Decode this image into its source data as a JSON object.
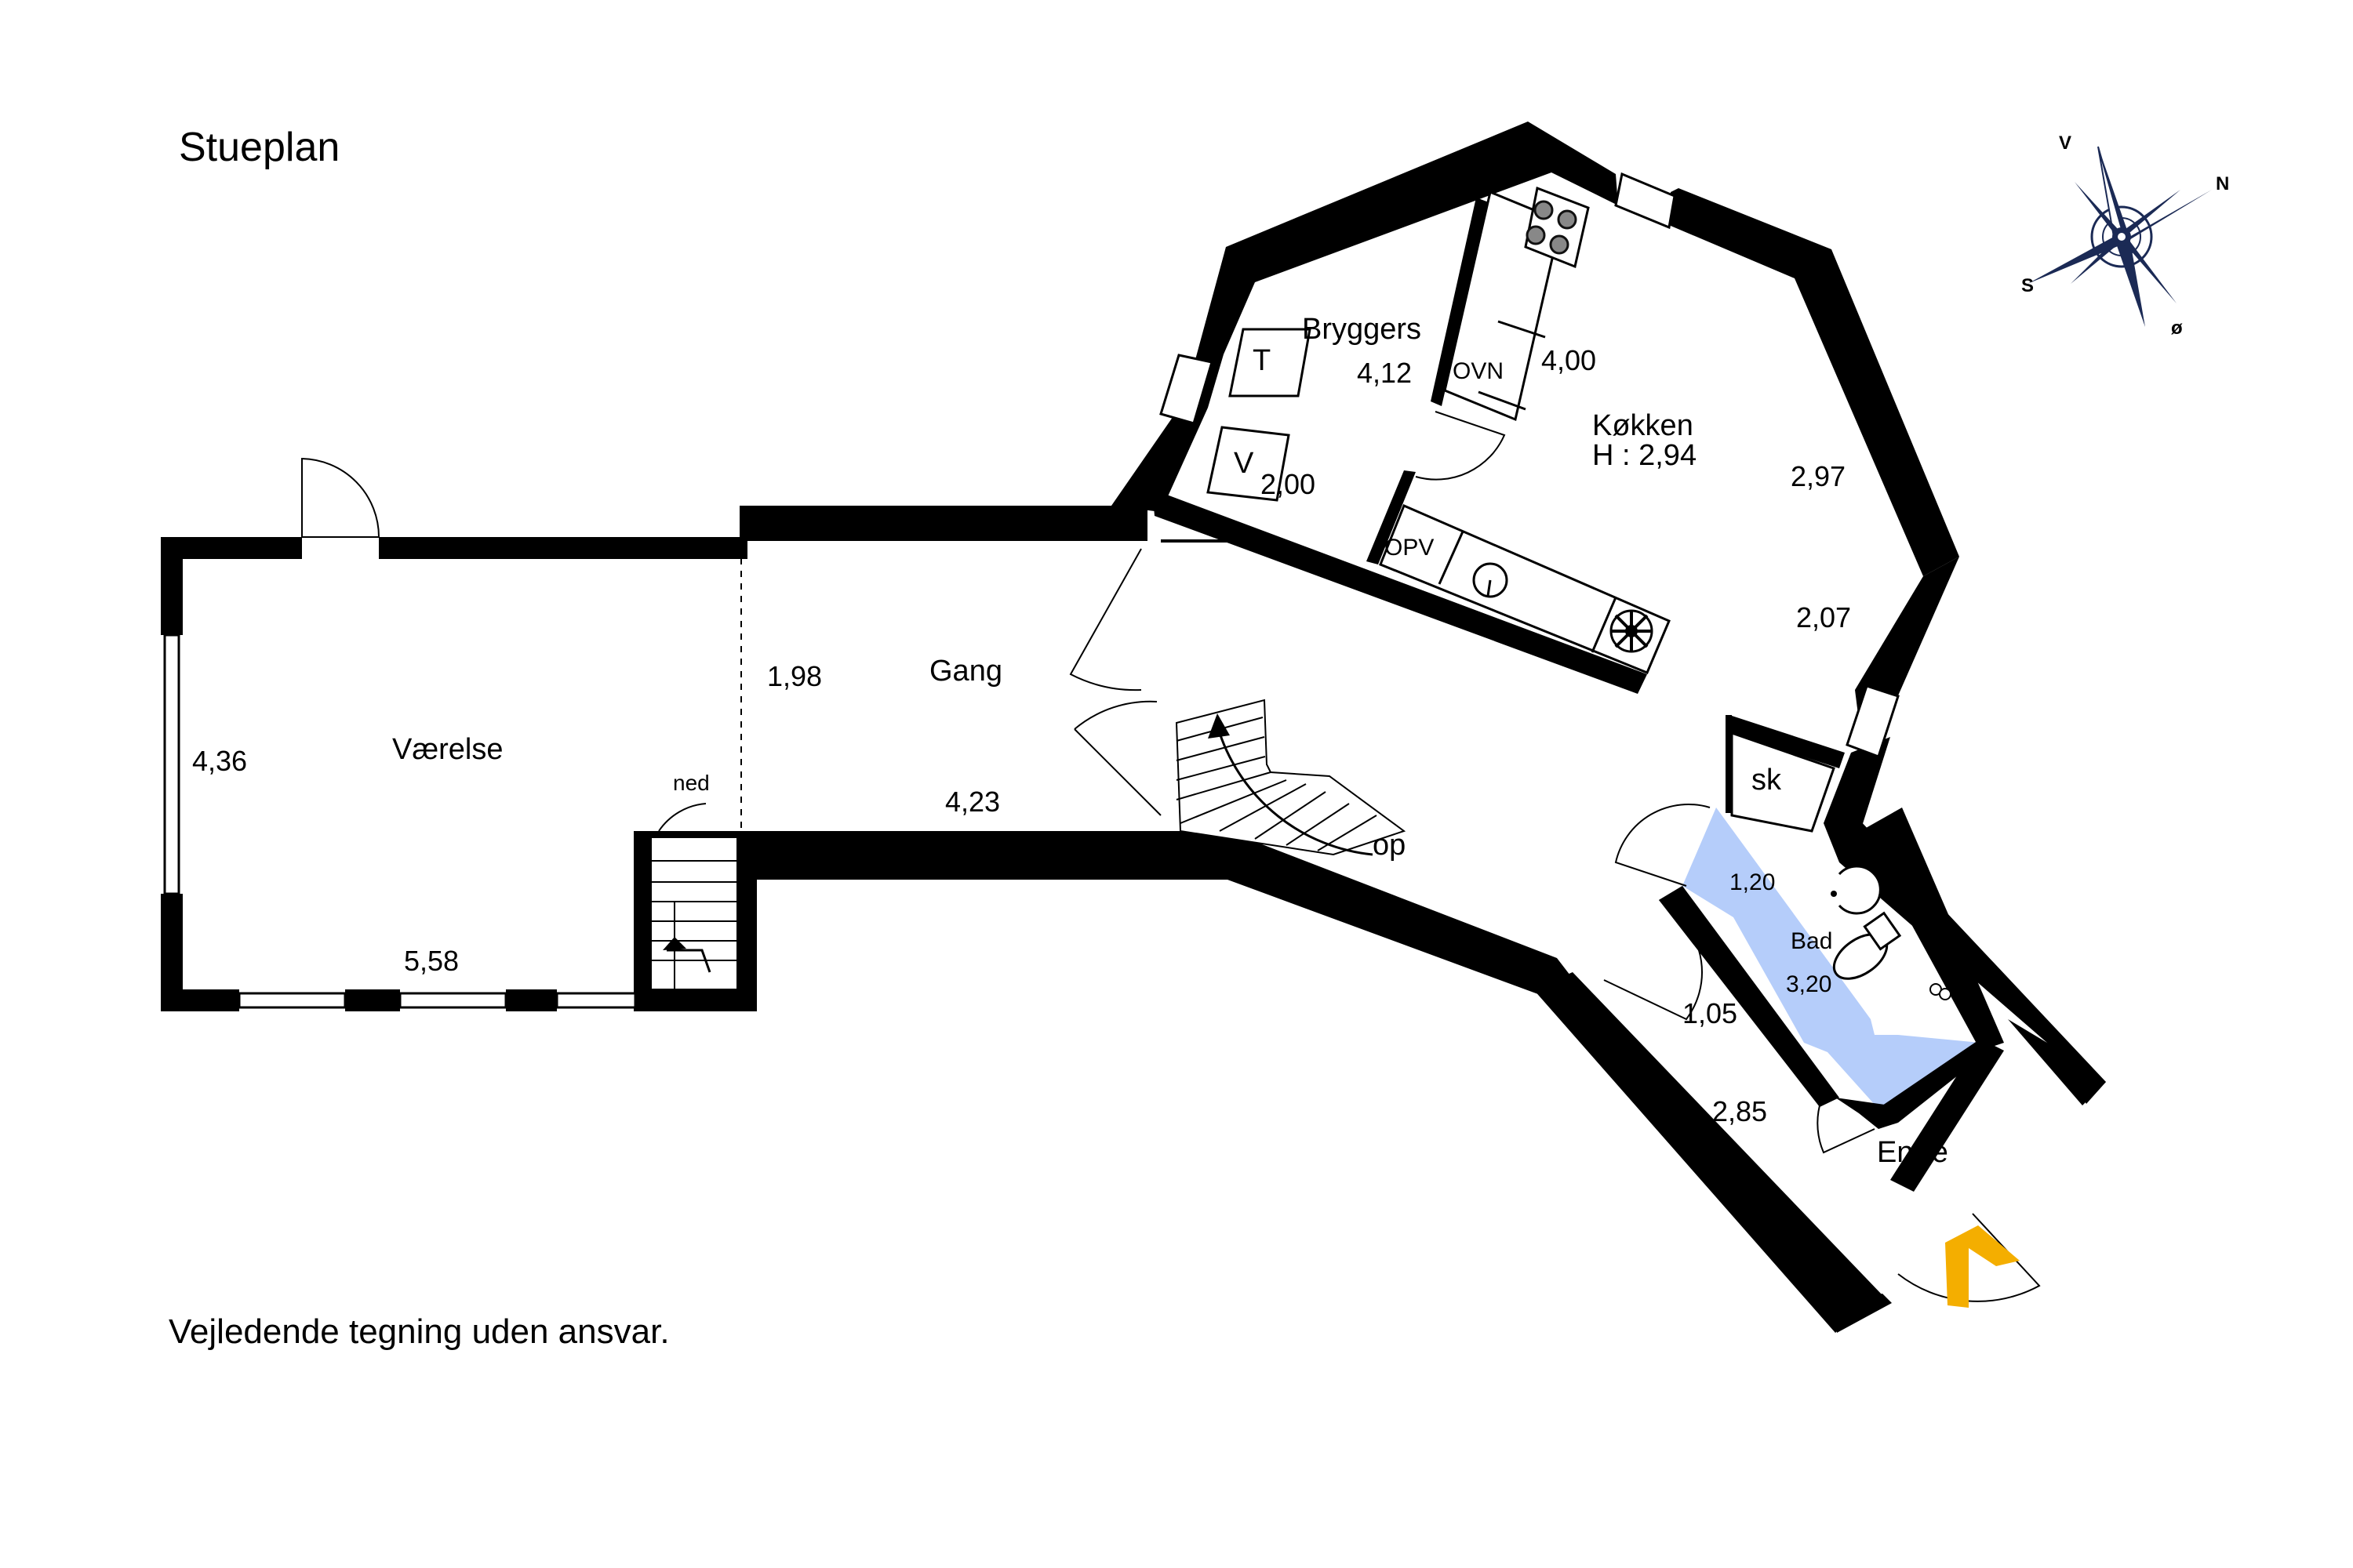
{
  "plan": {
    "title": "Stueplan",
    "disclaimer": "Vejledende tegning uden ansvar.",
    "rooms": {
      "vaerelse": "Værelse",
      "gang": "Gang",
      "bryggers": "Bryggers",
      "kokken": "Køkken",
      "kokken_height": "H : 2,94",
      "bad": "Bad",
      "entre": "Entré"
    },
    "fixtures": {
      "t": "T",
      "v": "V",
      "ovn": "OVN",
      "opv": "OPV",
      "sk": "sk"
    },
    "stairs": {
      "down": "ned",
      "up": "op"
    },
    "dimensions": {
      "vaerelse_height": "4,36",
      "vaerelse_width": "5,58",
      "gang_height": "1,98",
      "gang_width": "4,23",
      "bryggers_a": "4,12",
      "bryggers_b": "2,00",
      "kokken_a": "4,00",
      "kokken_b": "2,97",
      "kokken_c": "2,07",
      "bad_a": "1,20",
      "bad_b": "3,20",
      "entre_a": "1,05",
      "entre_b": "2,85"
    },
    "compass": {
      "v": "V",
      "n": "N",
      "s": "S",
      "o": "ø"
    },
    "colors": {
      "wall": "#000000",
      "bathroom": "#b5cdfa",
      "entrance_arrow": "#f4ae00",
      "compass": "#1b2a55"
    }
  }
}
